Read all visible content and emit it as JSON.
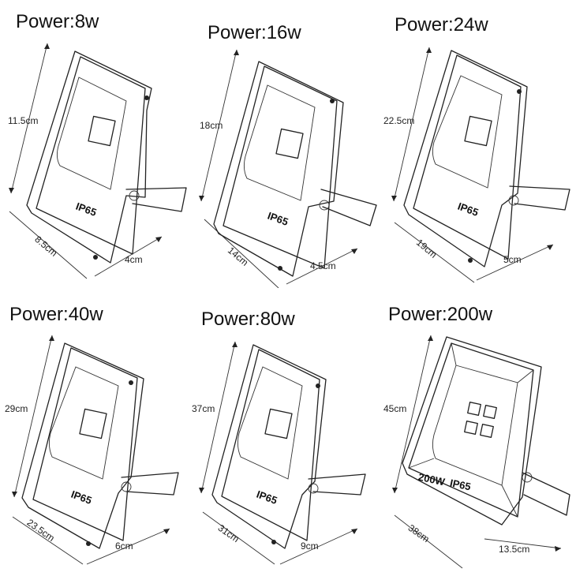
{
  "lights": [
    {
      "power": "Power:8w",
      "height": "11.5cm",
      "width": "8.5cm",
      "depth": "4cm",
      "badge": "IP65",
      "model": ""
    },
    {
      "power": "Power:16w",
      "height": "18cm",
      "width": "14cm",
      "depth": "4.5cm",
      "badge": "IP65",
      "model": ""
    },
    {
      "power": "Power:24w",
      "height": "22.5cm",
      "width": "19cm",
      "depth": "5cm",
      "badge": "IP65",
      "model": ""
    },
    {
      "power": "Power:40w",
      "height": "29cm",
      "width": "23.5cm",
      "depth": "6cm",
      "badge": "IP65",
      "model": ""
    },
    {
      "power": "Power:80w",
      "height": "37cm",
      "width": "31cm",
      "depth": "9cm",
      "badge": "IP65",
      "model": ""
    },
    {
      "power": "Power:200w",
      "height": "45cm",
      "width": "38cm",
      "depth": "13.5cm",
      "badge": "IP65",
      "model": "200W"
    }
  ]
}
